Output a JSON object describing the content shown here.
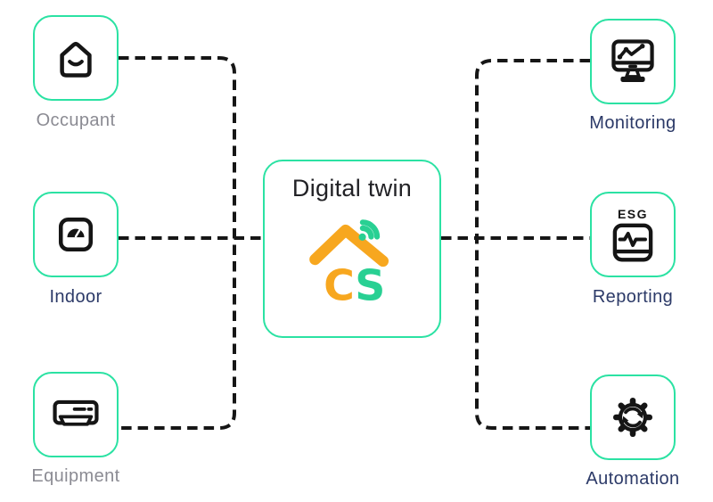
{
  "center": {
    "title": "Digital twin",
    "logo": {
      "name": "cs-home-wifi-logo",
      "letter_c": "C",
      "letter_s": "S"
    }
  },
  "nodes": {
    "left": [
      {
        "label": "Occupant",
        "icon": "house-smile-icon"
      },
      {
        "label": "Indoor",
        "icon": "gauge-scale-icon"
      },
      {
        "label": "Equipment",
        "icon": "air-conditioner-icon"
      }
    ],
    "right": [
      {
        "label": "Monitoring",
        "icon": "monitor-chart-icon"
      },
      {
        "label": "Reporting",
        "icon": "esg-report-icon",
        "badge": "ESG"
      },
      {
        "label": "Automation",
        "icon": "gear-sync-icon"
      }
    ]
  },
  "colors": {
    "box_border_mint": "#2be2a3",
    "connector_black": "#161616",
    "label_navy": "#2c3a68",
    "label_gray": "#8b8b93",
    "logo_orange": "#f7a71f",
    "logo_green": "#29d093",
    "icon_black": "#151515"
  }
}
